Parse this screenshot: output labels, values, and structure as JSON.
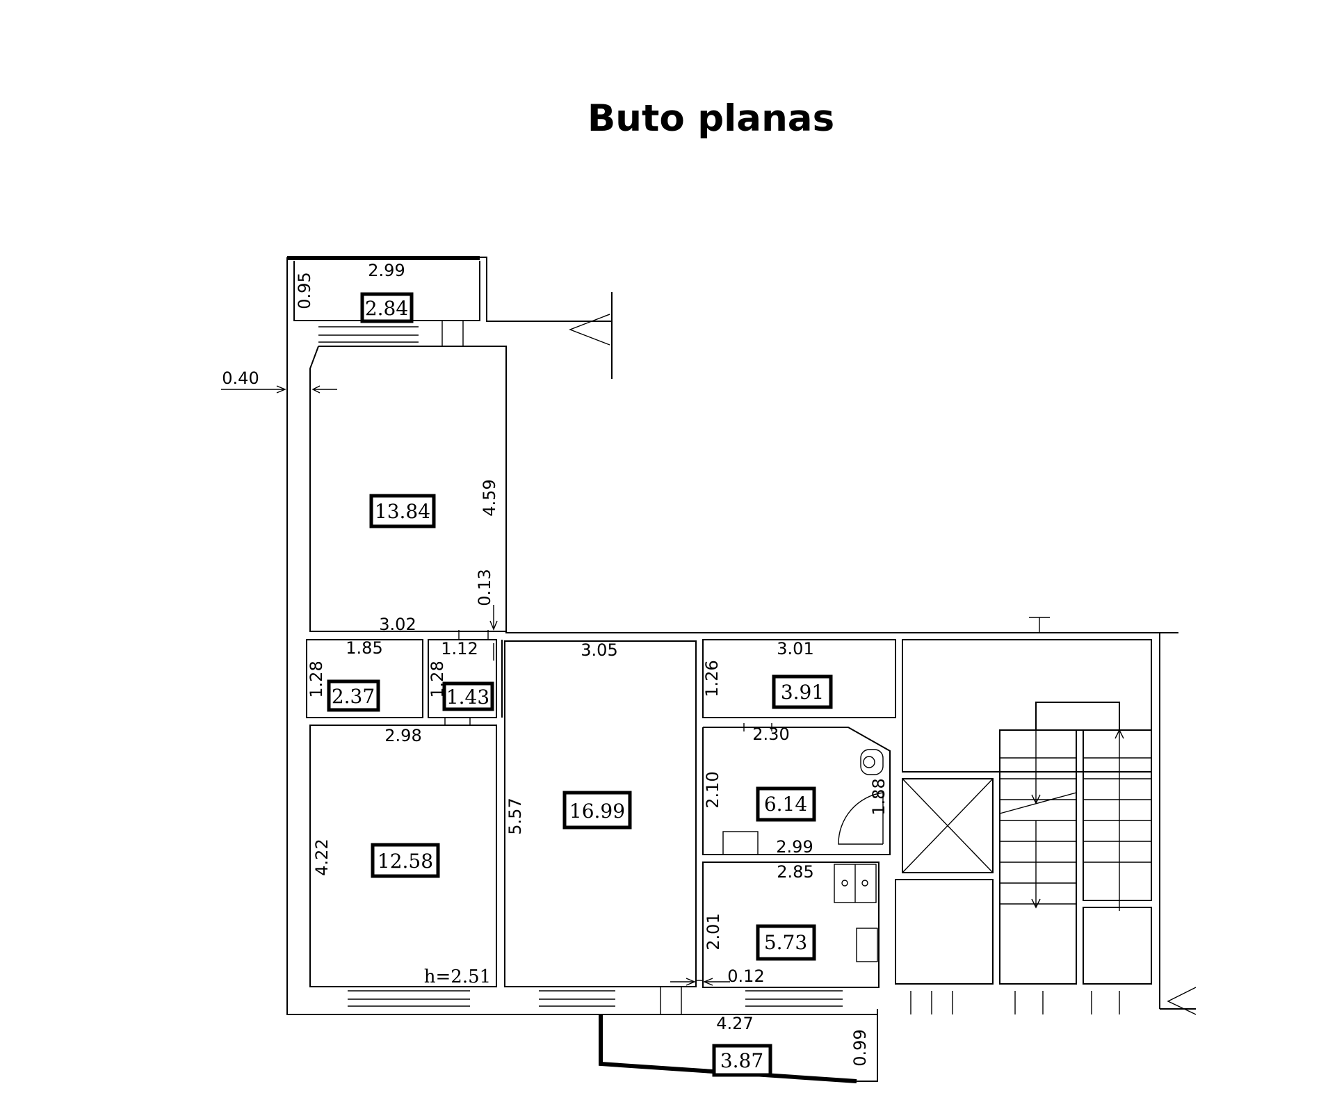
{
  "title": "Buto planas",
  "areas": {
    "balcony_top": "2.84",
    "room_top": "13.84",
    "small_a": "2.37",
    "small_b": "1.43",
    "room_left": "12.58",
    "room_center": "16.99",
    "corridor": "3.91",
    "bathroom": "6.14",
    "kitchen": "5.73",
    "balcony_bottom": "3.87"
  },
  "dimensions": {
    "balcony_top_w": "2.99",
    "balcony_top_h": "0.95",
    "wall_thickness": "0.40",
    "room_top_h": "4.59",
    "offset": "0.13",
    "room_top_w": "3.02",
    "small_a_w": "1.85",
    "small_a_h": "1.28",
    "small_b_w": "1.12",
    "small_b_h": "1.28",
    "room_center_w": "3.05",
    "corridor_w": "3.01",
    "corridor_h": "1.26",
    "room_left_w": "2.98",
    "room_left_h": "4.22",
    "room_center_h": "5.57",
    "bath_w_top": "2.30",
    "bath_h_left": "2.10",
    "bath_h_right": "1.88",
    "bath_w_bottom": "2.99",
    "kitchen_w": "2.85",
    "kitchen_h": "2.01",
    "wall_gap": "0.12",
    "balcony_bottom_w": "4.27",
    "balcony_bottom_h": "0.99"
  },
  "ceiling_height": "h=2.51"
}
